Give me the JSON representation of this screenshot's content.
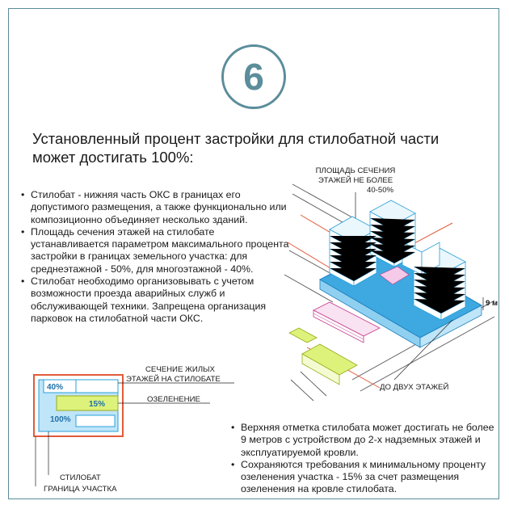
{
  "step_number": "6",
  "headline": "Установленный процент застройки для стилобатной части может достигать 100%:",
  "left_bullets": [
    "Стилобат - нижняя часть ОКС в границах его допустимого размещения, а также функционально или композиционно объединяет несколько зданий.",
    "Площадь сечения этажей на стилобате устанавливается параметром максимального процента застройки в границах земельного участка: для среднеэтажной - 50%, для многоэтажной - 40%.",
    "Стилобат необходимо организовывать с учетом возможности проезда аварийных служб и обслуживающей техники. Запрещена организация парковок на стилобатной части ОКС."
  ],
  "right_bullets": [
    "Верхняя отметка стилобата может достигать не более 9 метров с устройством до 2-х надземных этажей и эксплуатируемой кровли.",
    "Сохраняются требования к минимальному проценту озеленения участка - 15% за счет размещения озеленения на кровле стилобата."
  ],
  "iso_labels": {
    "section_area": [
      "ПЛОЩАДЬ СЕЧЕНИЯ",
      "ЭТАЖЕЙ НЕ БОЛЕЕ",
      "40-50%"
    ],
    "height": "9 м",
    "two_floors": "ДО ДВУХ ЭТАЖЕЙ"
  },
  "scheme": {
    "pct_section": "40%",
    "pct_green": "15%",
    "pct_stylobate": "100%",
    "label_section": [
      "СЕЧЕНИЕ ЖИЛЫХ",
      "ЭТАЖЕЙ НА СТИЛОБАТЕ"
    ],
    "label_green": "ОЗЕЛЕНЕНИЕ",
    "label_stylobate": "СТИЛОБАТ",
    "label_boundary": "ГРАНИЦА УЧАСТКА"
  },
  "colors": {
    "accent": "#5b8d9b",
    "stylobate_blue": "#3da9e0",
    "building_edge": "#2aa0d8",
    "green_yellow": "#ddf27a",
    "plot_red": "#e25a3a",
    "magenta": "#c13a8c",
    "pink_accent": "#f5c9e8"
  }
}
